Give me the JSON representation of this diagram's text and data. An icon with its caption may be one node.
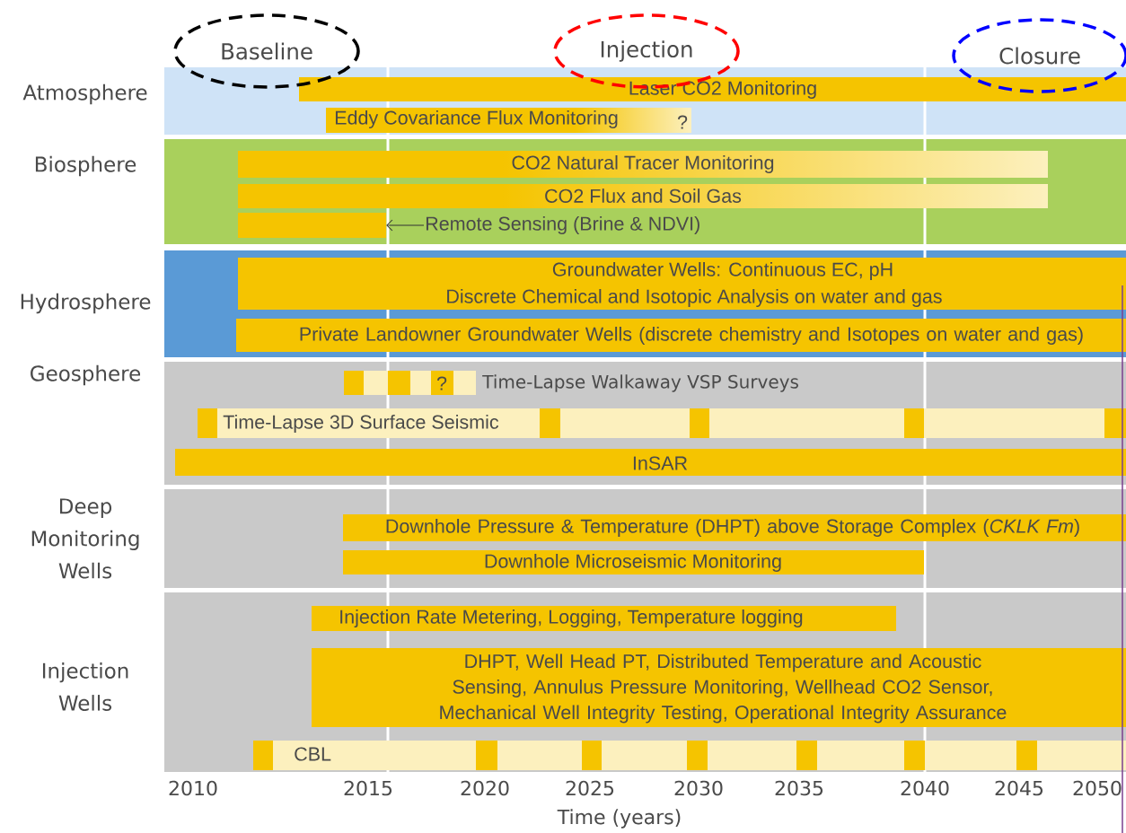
{
  "diagram": {
    "nodes": [
      {
        "text": [
          "Baseline"
        ]
      },
      {
        "text": [
          "Injection"
        ]
      },
      {
        "text": [
          "Closure"
        ]
      },
      {
        "text": [
          "Atmosphere"
        ]
      },
      {
        "text": [
          "Laser CO2 Monitoring"
        ],
        "in": 3
      },
      {
        "text": [
          "Eddy Covariance Flux Monitoring",
          "?"
        ],
        "in": 3
      },
      {
        "text": [
          "Biosphere"
        ]
      },
      {
        "text": [
          "CO2 Natural Tracer Monitoring"
        ],
        "in": 6
      },
      {
        "text": [
          "CO2 Flux and Soil Gas"
        ],
        "in": 6
      },
      {
        "text": [],
        "shape": "bar",
        "in": 6
      },
      {
        "text": [
          "Remote Sensing (Brine & NDVI)"
        ],
        "in": 6
      },
      {
        "text": [
          "Hydrosphere"
        ]
      },
      {
        "text": [
          "Groundwater Wells: Continuous EC, pH",
          "Discrete Chemical and Isotopic  Analysis on water and gas"
        ],
        "in": 11
      },
      {
        "text": [
          "Private Landowner Groundwater Wells (discrete chemistry and Isotopes on water and gas)"
        ],
        "in": 11
      },
      {
        "text": [
          "Geosphere"
        ]
      },
      {
        "text": [
          "?"
        ],
        "beside": [
          "Time-Lapse Walkaway VSP Surveys"
        ],
        "in": 14
      },
      {
        "text": [
          "Time-Lapse 3D Surface Seismic"
        ],
        "in": 14
      },
      {
        "text": [
          "InSAR"
        ],
        "in": 14
      },
      {
        "text": [
          "Deep Monitoring Wells"
        ]
      },
      {
        "text": [
          "Downhole Pressure & Temperature (DHPT) above Storage Complex (*CKLK Fm*)"
        ],
        "in": 18
      },
      {
        "text": [
          "Downhole Microseismic Monitoring"
        ],
        "in": 18
      },
      {
        "text": [
          "Injection Wells"
        ]
      },
      {
        "text": [
          "Injection Rate Metering, Logging, Temperature logging"
        ],
        "in": 21
      },
      {
        "text": [
          "DHPT, Well Head PT, Distributed Temperature and Acoustic Sensing, Annulus Pressure Monitoring, Wellhead CO2 Sensor, Mechanical Well Integrity Testing, Operational Integrity Assurance"
        ],
        "in": 21
      },
      {
        "text": [
          "CBL"
        ],
        "in": 21
      }
    ],
    "edges": [
      {
        "from": 10,
        "to": 9,
        "arrow": "to"
      }
    ],
    "labels": [
      "2010",
      "2015",
      "2020",
      "2025",
      "2030",
      "2035",
      "2040",
      "2045",
      "2050",
      "Time (years)"
    ]
  }
}
